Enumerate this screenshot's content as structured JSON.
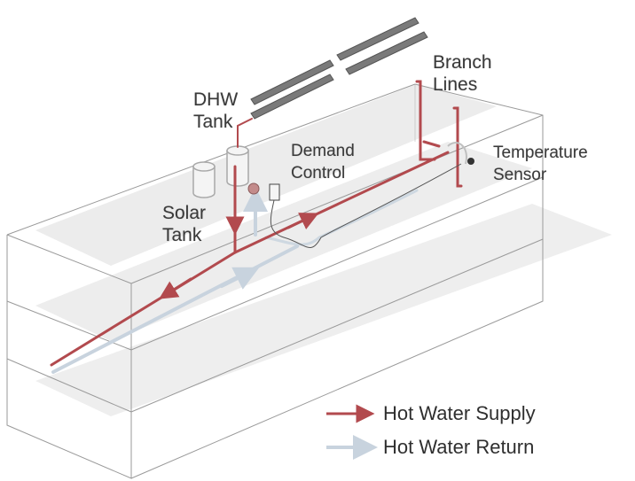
{
  "labels": {
    "dhw_tank": [
      "DHW",
      "Tank"
    ],
    "solar_tank": [
      "Solar",
      "Tank"
    ],
    "demand_control": [
      "Demand",
      "Control"
    ],
    "branch_lines": [
      "Branch",
      "Lines"
    ],
    "temperature_sensor": [
      "Temperature",
      "Sensor"
    ]
  },
  "legend": {
    "supply": "Hot Water Supply",
    "return": "Hot Water Return"
  },
  "colors": {
    "supply": "#b24a4e",
    "return": "#c8d3de",
    "building_edge": "#9a9a9a",
    "floor_band": "#e4e4e4",
    "solar_panel": "#7a7a7a",
    "tank_outline": "#a8a8a8",
    "sensor": "#333333"
  }
}
